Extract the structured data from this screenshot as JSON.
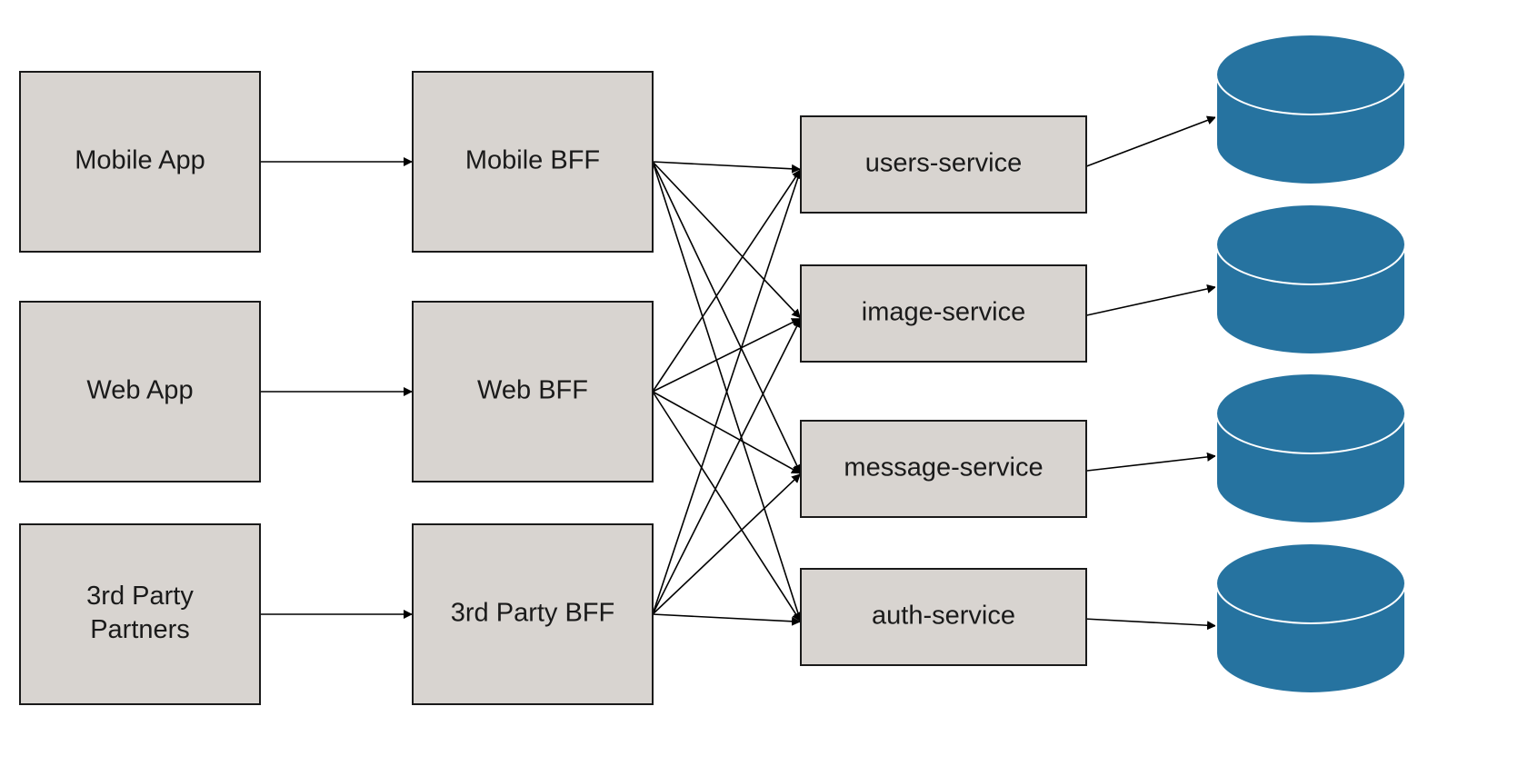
{
  "diagram": {
    "clients": [
      {
        "id": "mobile-app",
        "lines": [
          "Mobile App"
        ]
      },
      {
        "id": "web-app",
        "lines": [
          "Web App"
        ]
      },
      {
        "id": "third-party-partners",
        "lines": [
          "3rd Party",
          "Partners"
        ]
      }
    ],
    "bffs": [
      {
        "id": "mobile-bff",
        "lines": [
          "Mobile BFF"
        ]
      },
      {
        "id": "web-bff",
        "lines": [
          "Web BFF"
        ]
      },
      {
        "id": "third-party-bff",
        "lines": [
          "3rd Party BFF"
        ]
      }
    ],
    "services": [
      {
        "id": "users-service",
        "lines": [
          "users-service"
        ]
      },
      {
        "id": "image-service",
        "lines": [
          "image-service"
        ]
      },
      {
        "id": "message-service",
        "lines": [
          "message-service"
        ]
      },
      {
        "id": "auth-service",
        "lines": [
          "auth-service"
        ]
      }
    ],
    "databases": [
      {
        "id": "users-db"
      },
      {
        "id": "image-db"
      },
      {
        "id": "message-db"
      },
      {
        "id": "auth-db"
      }
    ],
    "edges": [
      [
        "mobile-app",
        "mobile-bff"
      ],
      [
        "web-app",
        "web-bff"
      ],
      [
        "third-party-partners",
        "third-party-bff"
      ],
      [
        "mobile-bff",
        "users-service"
      ],
      [
        "mobile-bff",
        "image-service"
      ],
      [
        "mobile-bff",
        "message-service"
      ],
      [
        "mobile-bff",
        "auth-service"
      ],
      [
        "web-bff",
        "users-service"
      ],
      [
        "web-bff",
        "image-service"
      ],
      [
        "web-bff",
        "message-service"
      ],
      [
        "web-bff",
        "auth-service"
      ],
      [
        "third-party-bff",
        "users-service"
      ],
      [
        "third-party-bff",
        "image-service"
      ],
      [
        "third-party-bff",
        "message-service"
      ],
      [
        "third-party-bff",
        "auth-service"
      ],
      [
        "users-service",
        "users-db"
      ],
      [
        "image-service",
        "image-db"
      ],
      [
        "message-service",
        "message-db"
      ],
      [
        "auth-service",
        "auth-db"
      ]
    ],
    "colors": {
      "box_fill": "#d8d4d0",
      "database_fill": "#2673a0",
      "edge": "#000000"
    }
  }
}
